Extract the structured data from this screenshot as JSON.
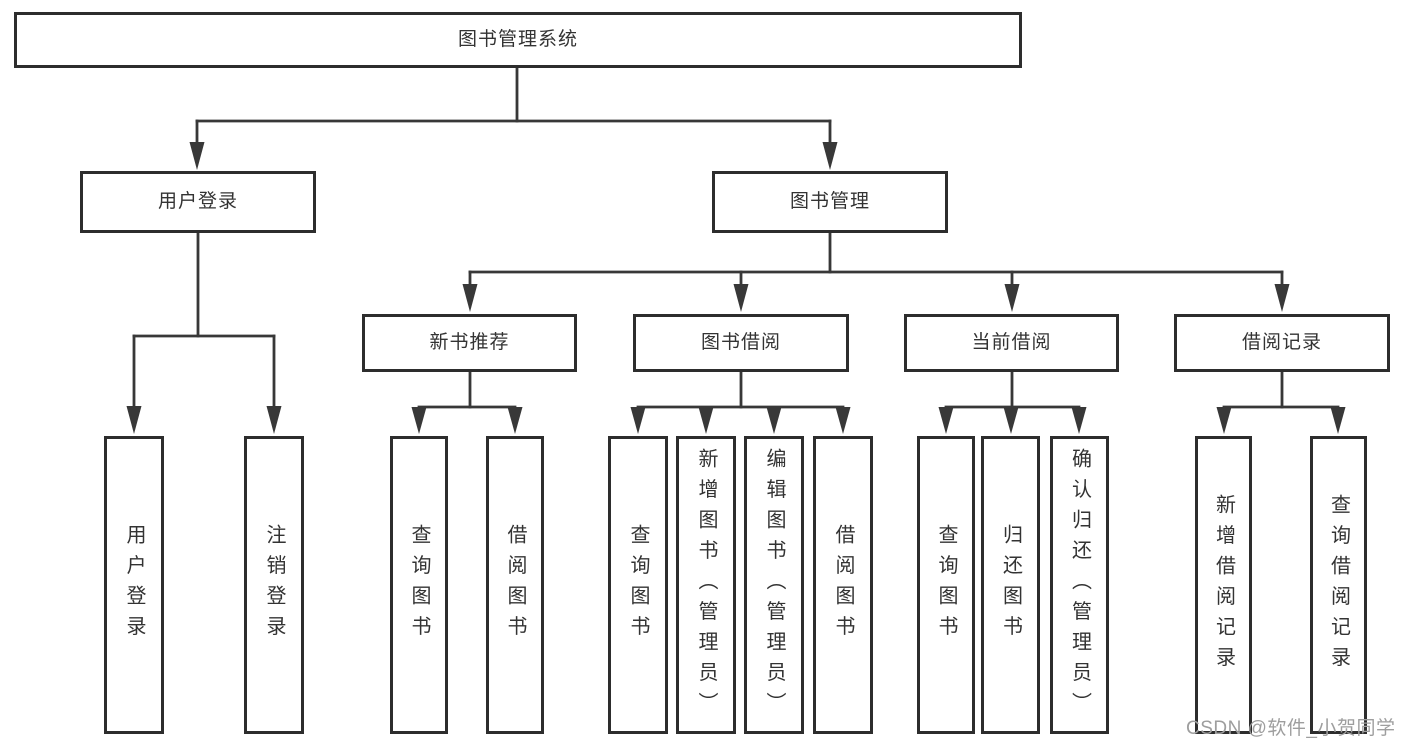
{
  "diagram": {
    "title": "图书管理系统",
    "root": {
      "label": "图书管理系统"
    },
    "branches": [
      {
        "label": "用户登录",
        "children": [
          {
            "label": "用户登录"
          },
          {
            "label": "注销登录"
          }
        ]
      },
      {
        "label": "图书管理",
        "children": [
          {
            "label": "新书推荐",
            "children": [
              {
                "label": "查询图书"
              },
              {
                "label": "借阅图书"
              }
            ]
          },
          {
            "label": "图书借阅",
            "children": [
              {
                "label": "查询图书"
              },
              {
                "label": "新增图书（管理员）"
              },
              {
                "label": "编辑图书（管理员）"
              },
              {
                "label": "借阅图书"
              }
            ]
          },
          {
            "label": "当前借阅",
            "children": [
              {
                "label": "查询图书"
              },
              {
                "label": "归还图书"
              },
              {
                "label": "确认归还（管理员）"
              }
            ]
          },
          {
            "label": "借阅记录",
            "children": [
              {
                "label": "新增借阅记录"
              },
              {
                "label": "查询借阅记录"
              }
            ]
          }
        ]
      }
    ]
  },
  "colors": {
    "background": "#ffffff",
    "box_border": "#2d2d2d",
    "connector_line": "#383838",
    "text": "#333333",
    "watermark": "#9e9e9e"
  },
  "watermark": "CSDN @软件_小贺同学"
}
